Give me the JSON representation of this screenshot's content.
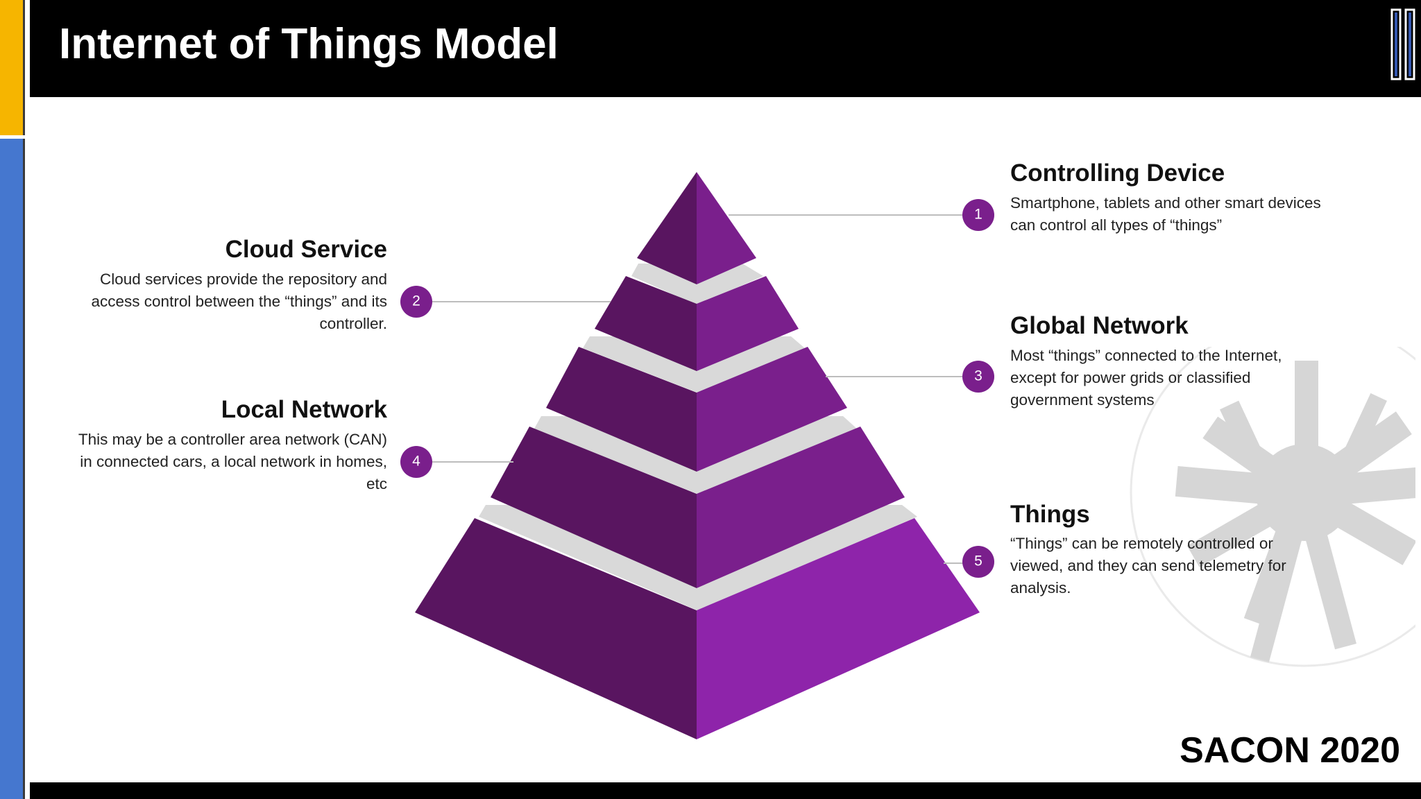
{
  "slide": {
    "title": "Internet of Things Model",
    "brand": "SACON 2020"
  },
  "colors": {
    "accent_yellow": "#f6b500",
    "accent_blue": "#4577cf",
    "purple_dark": "#591560",
    "purple_light": "#7a1f8c",
    "purple_base_light": "#8e24aa",
    "marker": "#7a1f8c",
    "gap": "#d9d9d9"
  },
  "levels": [
    {
      "number": "1",
      "heading": "Controlling Device",
      "lines": [
        "Smartphone, tablets and other smart devices",
        "can control all types of “things”"
      ]
    },
    {
      "number": "2",
      "heading": "Cloud Service",
      "lines": [
        "Cloud services provide the repository and",
        "access control between the “things” and its",
        "controller."
      ]
    },
    {
      "number": "3",
      "heading": "Global Network",
      "lines": [
        "Most “things” connected to the Internet,",
        "except for power grids or classified",
        "government systems"
      ]
    },
    {
      "number": "4",
      "heading": "Local Network",
      "lines": [
        "This may be a controller area network (CAN)",
        "in connected cars, a local network in homes,",
        "etc"
      ]
    },
    {
      "number": "5",
      "heading": "Things",
      "lines": [
        "“Things” can be remotely controlled or",
        "viewed, and they can send telemetry for",
        "analysis."
      ]
    }
  ],
  "icons": {
    "header": "bars-logo-icon",
    "watermark": "city-globe-icon"
  }
}
